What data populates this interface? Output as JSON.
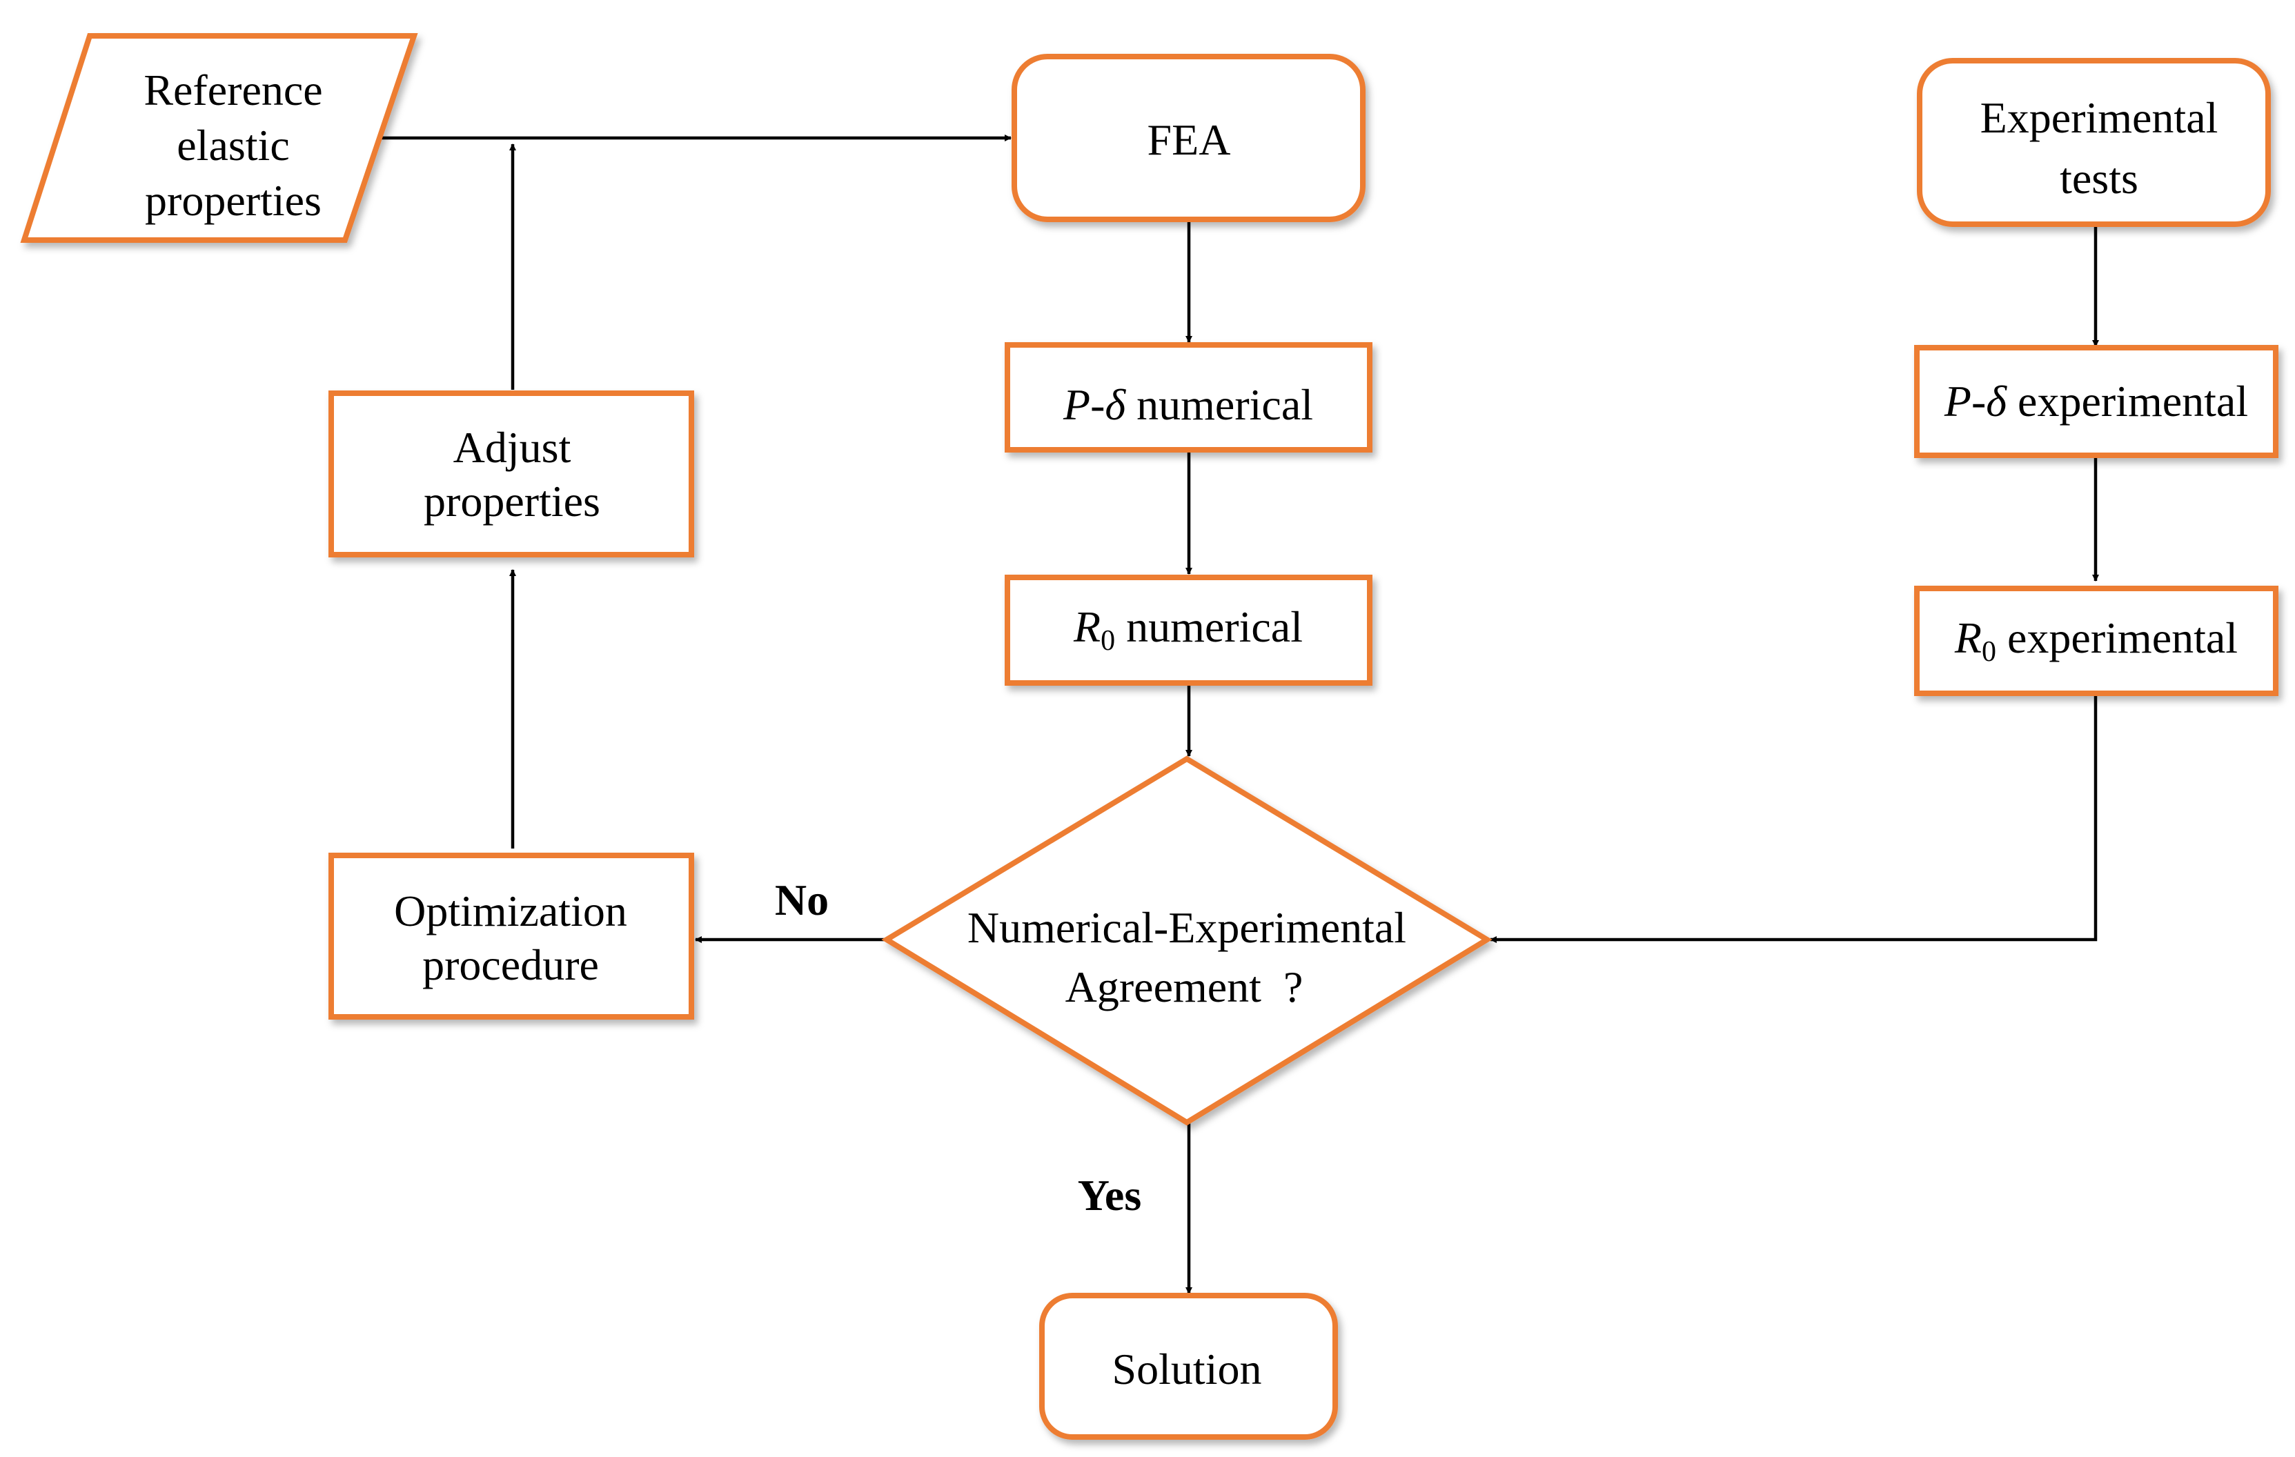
{
  "colors": {
    "accent": "#ED7D31",
    "line": "#000000",
    "background": "#ffffff"
  },
  "nodes": {
    "reference": {
      "lines": [
        "Reference",
        "elastic",
        "properties"
      ]
    },
    "fea": {
      "lines": [
        "FEA"
      ]
    },
    "experimental_tests": {
      "lines": [
        "Experimental",
        "tests"
      ]
    },
    "pd_numerical": {
      "var": "P",
      "sep": "-",
      "greek": "δ",
      "rest": " numerical"
    },
    "pd_experimental": {
      "var": "P",
      "sep": "-",
      "greek": "δ",
      "rest": " experimental"
    },
    "r0_numerical": {
      "var": "R",
      "sub": "0",
      "rest": " numerical"
    },
    "r0_experimental": {
      "var": "R",
      "sub": "0",
      "rest": " experimental"
    },
    "adjust": {
      "lines": [
        "Adjust",
        "properties"
      ]
    },
    "optimization": {
      "lines": [
        "Optimization",
        "procedure"
      ]
    },
    "decision": {
      "lines": [
        "Numerical-Experimental",
        "Agreement  ?"
      ]
    },
    "solution": {
      "lines": [
        "Solution"
      ]
    }
  },
  "edge_labels": {
    "no": "No",
    "yes": "Yes"
  }
}
